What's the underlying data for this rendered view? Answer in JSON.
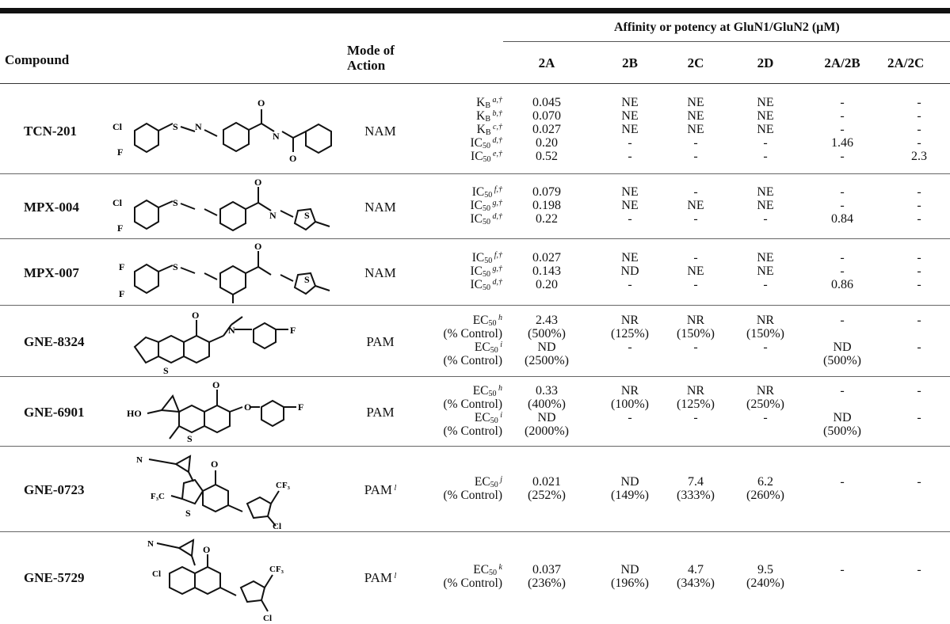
{
  "header": {
    "affinity_title": "Affinity or potency at GluN1/GluN2 (μM)",
    "compound": "Compound",
    "mode_line1": "Mode of",
    "mode_line2": "Action",
    "subunits": [
      "2A",
      "2B",
      "2C",
      "2D",
      "2A/2B",
      "2A/2C"
    ]
  },
  "rows": [
    {
      "compound": "TCN-201",
      "mode": "NAM",
      "mode_sup": "",
      "params": [
        {
          "p": "K",
          "sub": "B",
          "sup": "a,†"
        },
        {
          "p": "K",
          "sub": "B",
          "sup": "b,†"
        },
        {
          "p": "K",
          "sub": "B",
          "sup": "c,†"
        },
        {
          "p": "IC",
          "sub": "50",
          "sup": "d,†"
        },
        {
          "p": "IC",
          "sub": "50",
          "sup": "e,†"
        }
      ],
      "values": [
        [
          "0.045",
          "NE",
          "NE",
          "NE",
          "-",
          "-"
        ],
        [
          "0.070",
          "NE",
          "NE",
          "NE",
          "-",
          "-"
        ],
        [
          "0.027",
          "NE",
          "NE",
          "NE",
          "-",
          "-"
        ],
        [
          "0.20",
          "-",
          "-",
          "-",
          "1.46",
          "-"
        ],
        [
          "0.52",
          "-",
          "-",
          "-",
          "-",
          "2.3"
        ]
      ]
    },
    {
      "compound": "MPX-004",
      "mode": "NAM",
      "mode_sup": "",
      "params": [
        {
          "p": "IC",
          "sub": "50",
          "sup": "f,†"
        },
        {
          "p": "IC",
          "sub": "50",
          "sup": "g,†"
        },
        {
          "p": "IC",
          "sub": "50",
          "sup": "d,†"
        }
      ],
      "values": [
        [
          "0.079",
          "NE",
          "-",
          "NE",
          "-",
          "-"
        ],
        [
          "0.198",
          "NE",
          "NE",
          "NE",
          "-",
          "-"
        ],
        [
          "0.22",
          "-",
          "-",
          "-",
          "0.84",
          "-"
        ]
      ]
    },
    {
      "compound": "MPX-007",
      "mode": "NAM",
      "mode_sup": "",
      "params": [
        {
          "p": "IC",
          "sub": "50",
          "sup": "f,†"
        },
        {
          "p": "IC",
          "sub": "50",
          "sup": "g,†"
        },
        {
          "p": "IC",
          "sub": "50",
          "sup": "d,†"
        }
      ],
      "values": [
        [
          "0.027",
          "NE",
          "-",
          "NE",
          "-",
          "-"
        ],
        [
          "0.143",
          "ND",
          "NE",
          "NE",
          "-",
          "-"
        ],
        [
          "0.20",
          "-",
          "-",
          "-",
          "0.86",
          "-"
        ]
      ]
    },
    {
      "compound": "GNE-8324",
      "mode": "PAM",
      "mode_sup": "",
      "params": [
        {
          "p": "EC",
          "sub": "50",
          "sup": "h"
        },
        {
          "p": "(% Control)",
          "sub": "",
          "sup": ""
        },
        {
          "p": "EC",
          "sub": "50",
          "sup": "i"
        },
        {
          "p": "(% Control)",
          "sub": "",
          "sup": ""
        }
      ],
      "values": [
        [
          "2.43",
          "NR",
          "NR",
          "NR",
          "-",
          "-"
        ],
        [
          "(500%)",
          "(125%)",
          "(150%)",
          "(150%)",
          "",
          ""
        ],
        [
          "ND",
          "-",
          "-",
          "-",
          "ND",
          "-"
        ],
        [
          "(2500%)",
          "",
          "",
          "",
          "(500%)",
          ""
        ]
      ]
    },
    {
      "compound": "GNE-6901",
      "mode": "PAM",
      "mode_sup": "",
      "params": [
        {
          "p": "EC",
          "sub": "50",
          "sup": "h"
        },
        {
          "p": "(% Control)",
          "sub": "",
          "sup": ""
        },
        {
          "p": "EC",
          "sub": "50",
          "sup": "i"
        },
        {
          "p": "(% Control)",
          "sub": "",
          "sup": ""
        }
      ],
      "values": [
        [
          "0.33",
          "NR",
          "NR",
          "NR",
          "-",
          "-"
        ],
        [
          "(400%)",
          "(100%)",
          "(125%)",
          "(250%)",
          "",
          ""
        ],
        [
          "ND",
          "-",
          "-",
          "-",
          "ND",
          "-"
        ],
        [
          "(2000%)",
          "",
          "",
          "",
          "(500%)",
          ""
        ]
      ]
    },
    {
      "compound": "GNE-0723",
      "mode": "PAM",
      "mode_sup": "l",
      "params": [
        {
          "p": "EC",
          "sub": "50",
          "sup": "j"
        },
        {
          "p": "(% Control)",
          "sub": "",
          "sup": ""
        }
      ],
      "values": [
        [
          "0.021",
          "ND",
          "7.4",
          "6.2",
          "-",
          "-"
        ],
        [
          "(252%)",
          "(149%)",
          "(333%)",
          "(260%)",
          "",
          ""
        ]
      ]
    },
    {
      "compound": "GNE-5729",
      "mode": "PAM",
      "mode_sup": "l",
      "params": [
        {
          "p": "EC",
          "sub": "50",
          "sup": "k"
        },
        {
          "p": "(% Control)",
          "sub": "",
          "sup": ""
        }
      ],
      "values": [
        [
          "0.037",
          "ND",
          "4.7",
          "9.5",
          "-",
          "-"
        ],
        [
          "(236%)",
          "(196%)",
          "(343%)",
          "(240%)",
          "",
          ""
        ]
      ]
    }
  ],
  "structure_labels": {
    "cl": "Cl",
    "f": "F",
    "s": "S",
    "o": "O",
    "n": "N",
    "h": "H",
    "ho": "HO",
    "cf3": "CF",
    "f3c": "F",
    "nc": "N"
  }
}
